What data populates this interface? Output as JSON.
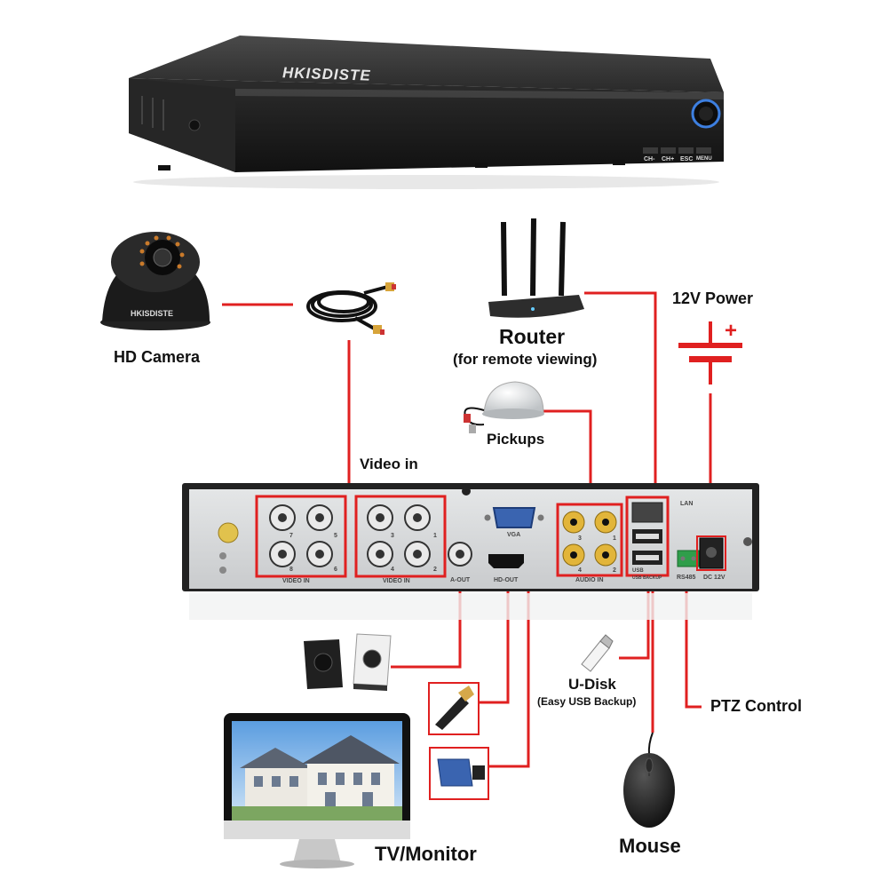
{
  "dvr_front": {
    "brand": "HKISDISTE",
    "buttons": [
      "CH-",
      "CH+",
      "ESC",
      "MENU"
    ]
  },
  "camera": {
    "label": "HD Camera",
    "brand": "HKISDISTE"
  },
  "router": {
    "label": "Router",
    "sublabel": "(for remote viewing)"
  },
  "power": {
    "label": "12V Power",
    "plus": "+"
  },
  "pickups": {
    "label": "Pickups"
  },
  "video_in": {
    "label": "Video in"
  },
  "rear_panel": {
    "video_in_label": "VIDEO IN",
    "bnc_numbers_left": [
      "7",
      "5",
      "8",
      "6"
    ],
    "bnc_numbers_right": [
      "3",
      "1",
      "4",
      "2"
    ],
    "a_out": "A-OUT",
    "hd_out": "HD-OUT",
    "vga": "VGA",
    "audio_in": "AUDIO IN",
    "audio_numbers": [
      "3",
      "1",
      "4",
      "2"
    ],
    "lan": "LAN",
    "usb": "USB",
    "usb_backup": "USB BACKUP",
    "rs485": "RS485",
    "dc": "DC 12V"
  },
  "udisk": {
    "label": "U-Disk",
    "sublabel": "(Easy USB Backup)"
  },
  "ptz": {
    "label": "PTZ Control"
  },
  "monitor": {
    "label": "TV/Monitor"
  },
  "mouse": {
    "label": "Mouse"
  },
  "colors": {
    "wire": "#e02020",
    "device_dark": "#1e1e1e",
    "panel": "#d8dadb"
  }
}
